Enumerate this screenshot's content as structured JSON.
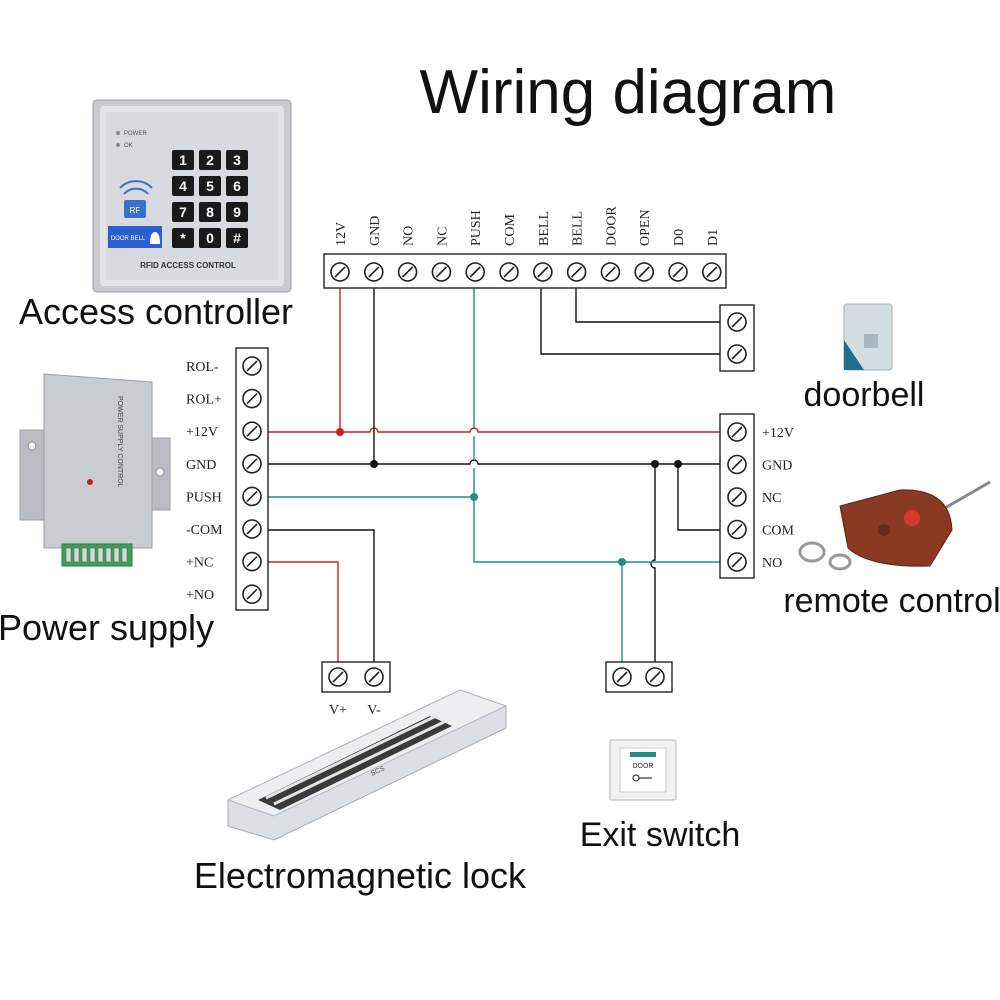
{
  "title": "Wiring diagram",
  "captions": {
    "access_controller": "Access controller",
    "power_supply": "Power supply",
    "doorbell": "doorbell",
    "remote_control": "remote control",
    "exit_switch": "Exit switch",
    "lock": "Electromagnetic lock"
  },
  "controller_terminals": [
    "12V",
    "GND",
    "NO",
    "NC",
    "PUSH",
    "COM",
    "BELL",
    "BELL",
    "DOOR",
    "OPEN",
    "D0",
    "D1"
  ],
  "power_terminals": [
    "ROL-",
    "ROL+",
    "+12V",
    "GND",
    "PUSH",
    "-COM",
    "+NC",
    "+NO"
  ],
  "remote_terminals": [
    "+12V",
    "GND",
    "NC",
    "COM",
    "NO"
  ],
  "lock_terminals": [
    "V+",
    "V-"
  ],
  "keypad": {
    "keys": [
      "1",
      "2",
      "3",
      "4",
      "5",
      "6",
      "7",
      "8",
      "9",
      "*",
      "0",
      "#"
    ],
    "brand": "RFID ACCESS CONTROL",
    "leds": [
      "POWER",
      "OK"
    ],
    "rf_tag": "RF",
    "bell_label": "DOOR BELL"
  },
  "psu_label": "POWER SUPPLY CONTROL",
  "exit_label": "DOOR",
  "lock_label": "SCS",
  "colors": {
    "red": "#cc2020",
    "teal": "#1f8f86",
    "black": "#111111"
  }
}
